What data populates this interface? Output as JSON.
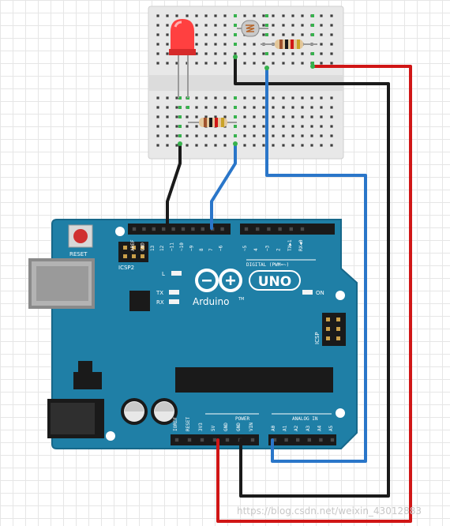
{
  "board": {
    "reset_label": "RESET",
    "icsp2_label": "ICSP2",
    "icsp_label": "ICSP",
    "logo_text": "Arduino",
    "logo_tm": "TM",
    "model_badge": "UNO",
    "led_labels": {
      "l": "L",
      "tx": "TX",
      "rx": "RX",
      "on": "ON"
    },
    "digital_label": "DIGITAL (PWM=~)",
    "digital_pins": [
      "AREF",
      "GND",
      "13",
      "12",
      "~11",
      "~10",
      "~9",
      "8",
      "7",
      "~6",
      "~5",
      "4",
      "~3",
      "2",
      "TX▶1",
      "RX◀0"
    ],
    "power_label": "POWER",
    "power_pins": [
      "IOREF",
      "RESET",
      "3V3",
      "5V",
      "GND",
      "GND",
      "VIN"
    ],
    "analog_label": "ANALOG IN",
    "analog_pins": [
      "A0",
      "A1",
      "A2",
      "A3",
      "A4",
      "A5"
    ]
  },
  "colors": {
    "board": "#1f7fa6",
    "board_edge": "#17688a",
    "wire_red": "#d01616",
    "wire_black": "#1a1a1a",
    "wire_blue": "#2a76c9",
    "led_red": "#ff4040",
    "breadboard": "#e4e4e4"
  },
  "watermark": "https://blog.csdn.net/weixin_43012883"
}
